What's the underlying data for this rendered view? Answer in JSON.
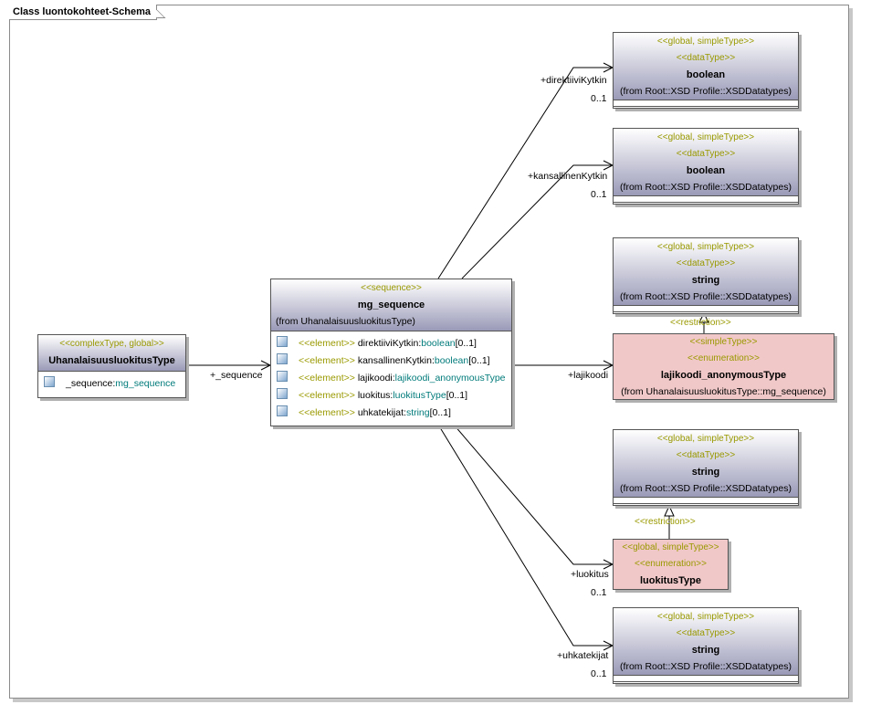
{
  "diagram_title": "Class luontokohteet-Schema",
  "source_class": {
    "stereotype": "<<complexType, global>>",
    "name": "UhanalaisuusluokitusType",
    "attribute": {
      "name": "_sequence:",
      "type": "mg_sequence"
    }
  },
  "sequence": {
    "stereotype": "<<sequence>>",
    "name": "mg_sequence",
    "from": "(from UhanalaisuusluokitusType)",
    "attributes": [
      {
        "stereo": "<<element>>",
        "name": "direktiiviKytkin:",
        "type": "boolean",
        "mult": "[0..1]"
      },
      {
        "stereo": "<<element>>",
        "name": "kansallinenKytkin:",
        "type": "boolean",
        "mult": "[0..1]"
      },
      {
        "stereo": "<<element>>",
        "name": "lajikoodi:",
        "type": "lajikoodi_anonymousType",
        "mult": ""
      },
      {
        "stereo": "<<element>>",
        "name": "luokitus:",
        "type": "luokitusType",
        "mult": "[0..1]"
      },
      {
        "stereo": "<<element>>",
        "name": "uhkatekijat:",
        "type": "string",
        "mult": "[0..1]"
      }
    ]
  },
  "types": {
    "boolean1": {
      "stereo1": "<<global, simpleType>>",
      "stereo2": "<<dataType>>",
      "name": "boolean",
      "from": "(from Root::XSD Profile::XSDDatatypes)"
    },
    "boolean2": {
      "stereo1": "<<global, simpleType>>",
      "stereo2": "<<dataType>>",
      "name": "boolean",
      "from": "(from Root::XSD Profile::XSDDatatypes)"
    },
    "string1": {
      "stereo1": "<<global, simpleType>>",
      "stereo2": "<<dataType>>",
      "name": "string",
      "from": "(from Root::XSD Profile::XSDDatatypes)"
    },
    "lajikoodi": {
      "stereo1": "<<simpleType>>",
      "stereo2": "<<enumeration>>",
      "name": "lajikoodi_anonymousType",
      "from": "(from UhanalaisuusluokitusType::mg_sequence)"
    },
    "string2": {
      "stereo1": "<<global, simpleType>>",
      "stereo2": "<<dataType>>",
      "name": "string",
      "from": "(from Root::XSD Profile::XSDDatatypes)"
    },
    "luokitus": {
      "stereo1": "<<global, simpleType>>",
      "stereo2": "<<enumeration>>",
      "name": "luokitusType"
    },
    "string3": {
      "stereo1": "<<global, simpleType>>",
      "stereo2": "<<dataType>>",
      "name": "string",
      "from": "(from Root::XSD Profile::XSDDatatypes)"
    }
  },
  "roles": {
    "sequence": "+_sequence",
    "direktiivi": "+direktiiviKytkin",
    "kansallinen": "+kansallinenKytkin",
    "lajikoodi": "+lajikoodi",
    "luokitus": "+luokitus",
    "uhkatekijat": "+uhkatekijat"
  },
  "multiplicities": {
    "direktiivi": "0..1",
    "kansallinen": "0..1",
    "luokitus": "0..1",
    "uhkatekijat": "0..1"
  },
  "restrictions": {
    "lajikoodi": "<<restriction>>",
    "luokitus": "<<restriction>>"
  }
}
